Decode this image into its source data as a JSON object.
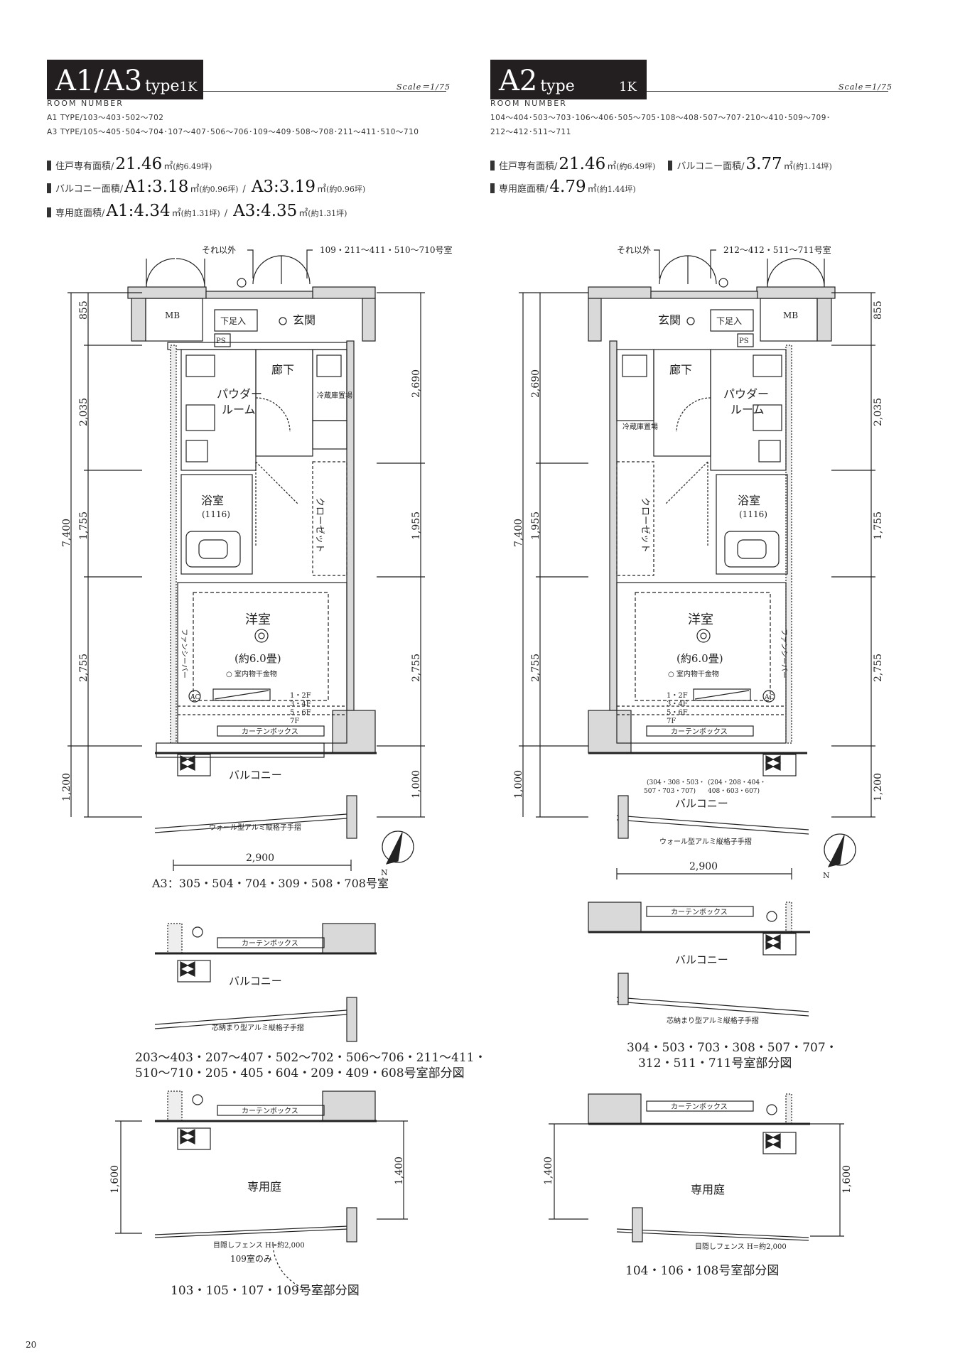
{
  "page_number": "20",
  "left": {
    "title_main": "A1/A3",
    "title_type": "type",
    "title_layout": "1K",
    "scale": "Scale＝1/75",
    "room_number_heading": "ROOM NUMBER",
    "room_line1": "A1 TYPE/103〜403･502〜702",
    "room_line2": "A3 TYPE/105〜405･504〜704･107〜407･506〜706･109〜409･508〜708･211〜411･510〜710",
    "spec1": {
      "label": "住戸専有面積/",
      "value": "21.46",
      "unit": "㎡",
      "sub": "(約6.49坪)"
    },
    "spec2": {
      "label": "バルコニー面積/",
      "a1": "A1:3.18",
      "unit": "㎡",
      "a1sub": "(約0.96坪)",
      "sep": "/",
      "a3": "A3:3.19",
      "a3sub": "(約0.96坪)"
    },
    "spec3": {
      "label": "専用庭面積/",
      "a1": "A1:4.34",
      "unit": "㎡",
      "a1sub": "(約1.31坪)",
      "sep": "/",
      "a3": "A3:4.35",
      "a3sub": "(約1.31坪)"
    },
    "door_note_a": "それ以外",
    "door_note_b": "109・211〜411・510〜710号室",
    "rooms": {
      "mb": "MB",
      "shoe": "下足入",
      "ps": "PS",
      "genkan": "玄関",
      "rouka": "廊下",
      "powder": "パウダー",
      "powder2": "ルーム",
      "bath": "浴室",
      "bath_size": "(1116)",
      "closet": "クローゼット",
      "fridge": "冷蔵庫置場",
      "youshitsu": "洋室",
      "youshitsu_size": "(約6.0畳)",
      "hanger": "○ 室内物干金物",
      "fan": "ファンシーバー",
      "curtain": "カーテンボックス",
      "balcony": "バルコニー",
      "rail": "ウォール型アルミ縦格子手摺",
      "ac": "AC",
      "floors1": "1・2F",
      "floors2": "3・4F",
      "floors3": "5・6F",
      "floors4": "7F"
    },
    "dims_left": [
      "855",
      "2,035",
      "1,755",
      "2,755",
      "1,200"
    ],
    "dim_total": "7,400",
    "dims_right": [
      "2,690",
      "1,955",
      "2,755",
      "1,000"
    ],
    "width_dim": "2,900",
    "caption_a3": "A3：305・504・704・309・508・708号室",
    "partial1": {
      "curtain": "カーテンボックス",
      "balcony": "バルコニー",
      "rail": "芯納まり型アルミ縦格子手摺",
      "caption1": "203〜403・207〜407・502〜702・506〜706・211〜411・",
      "caption2": "510〜710・205・405・604・209・409・608号室部分図"
    },
    "partial2": {
      "curtain": "カーテンボックス",
      "garden": "専用庭",
      "fence": "目隠しフェンス H=約2,000",
      "note": "109室のみ",
      "dim_left": "1,600",
      "dim_right": "1,400",
      "caption": "103・105・107・109号室部分図"
    }
  },
  "right": {
    "title_main": "A2",
    "title_type": "type",
    "title_layout": "1K",
    "scale": "Scale＝1/75",
    "room_number_heading": "ROOM NUMBER",
    "room_line1": "104〜404･503〜703･106〜406･505〜705･108〜408･507〜707･210〜410･509〜709･",
    "room_line2": "212〜412･511〜711",
    "spec1": {
      "label": "住戸専有面積/",
      "value": "21.46",
      "unit": "㎡",
      "sub": "(約6.49坪)"
    },
    "spec2": {
      "label": "バルコニー面積/",
      "value": "3.77",
      "unit": "㎡",
      "sub": "(約1.14坪)"
    },
    "spec3": {
      "label": "専用庭面積/",
      "value": "4.79",
      "unit": "㎡",
      "sub": "(約1.44坪)"
    },
    "door_note_a": "それ以外",
    "door_note_b": "212〜412・511〜711号室",
    "rooms": {
      "mb": "MB",
      "shoe": "下足入",
      "ps": "PS",
      "genkan": "玄関",
      "rouka": "廊下",
      "powder": "パウダー",
      "powder2": "ルーム",
      "bath": "浴室",
      "bath_size": "(1116)",
      "closet": "クローゼット",
      "fridge": "冷蔵庫置場",
      "youshitsu": "洋室",
      "youshitsu_size": "(約6.0畳)",
      "hanger": "○ 室内物干金物",
      "fan": "ファンシーバー",
      "curtain": "カーテンボックス",
      "balcony": "バルコニー",
      "rail": "ウォール型アルミ縦格子手摺",
      "ac": "AC",
      "floors1": "1・2F",
      "floors2": "3・4F",
      "floors3": "5・6F",
      "floors4": "7F",
      "note_a": "(304・308・503・",
      "note_a2": "507・703・707)",
      "note_b": "(204・208・404・",
      "note_b2": "408・603・607)"
    },
    "dims_left": [
      "2,690",
      "1,955",
      "2,755",
      "1,000"
    ],
    "dim_total": "7,400",
    "dims_right": [
      "855",
      "2,035",
      "1,755",
      "2,755",
      "1,200"
    ],
    "width_dim": "2,900",
    "partial1": {
      "curtain": "カーテンボックス",
      "balcony": "バルコニー",
      "rail": "芯納まり型アルミ縦格子手摺",
      "caption1": "304・503・703・308・507・707・",
      "caption2": "312・511・711号室部分図"
    },
    "partial2": {
      "curtain": "カーテンボックス",
      "garden": "専用庭",
      "fence": "目隠しフェンス H=約2,000",
      "dim_left": "1,400",
      "dim_right": "1,600",
      "caption": "104・106・108号室部分図"
    }
  }
}
